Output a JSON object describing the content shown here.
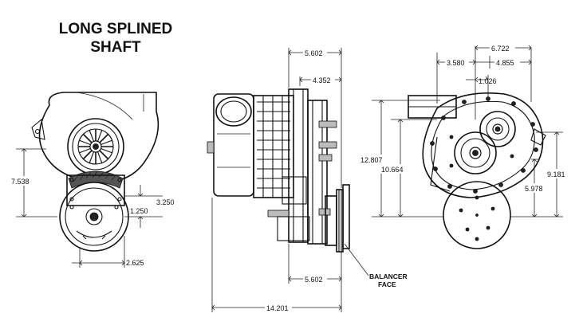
{
  "title": {
    "line1": "LONG SPLINED",
    "line2": "SHAFT"
  },
  "front_view": {
    "dims": {
      "overall_height": "7.538",
      "pulley_offset_upper": "3.250",
      "pulley_offset_lower": "1.250",
      "pulley_width": "2.625"
    }
  },
  "side_view": {
    "dims": {
      "top_long": "5.602",
      "top_short": "4.352",
      "bottom_short": "5.602",
      "overall_length": "14.201"
    },
    "callout": {
      "line1": "BALANCER",
      "line2": "FACE"
    }
  },
  "rear_view": {
    "dims": {
      "top_width": "6.722",
      "left_offset": "3.580",
      "right_offset": "4.855",
      "center_offset": "1.026",
      "height_outer": "12.807",
      "height_inner": "10.664",
      "right_height_outer": "9.181",
      "right_height_inner": "5.978"
    }
  },
  "colors": {
    "line": "#111111",
    "background": "#ffffff"
  }
}
